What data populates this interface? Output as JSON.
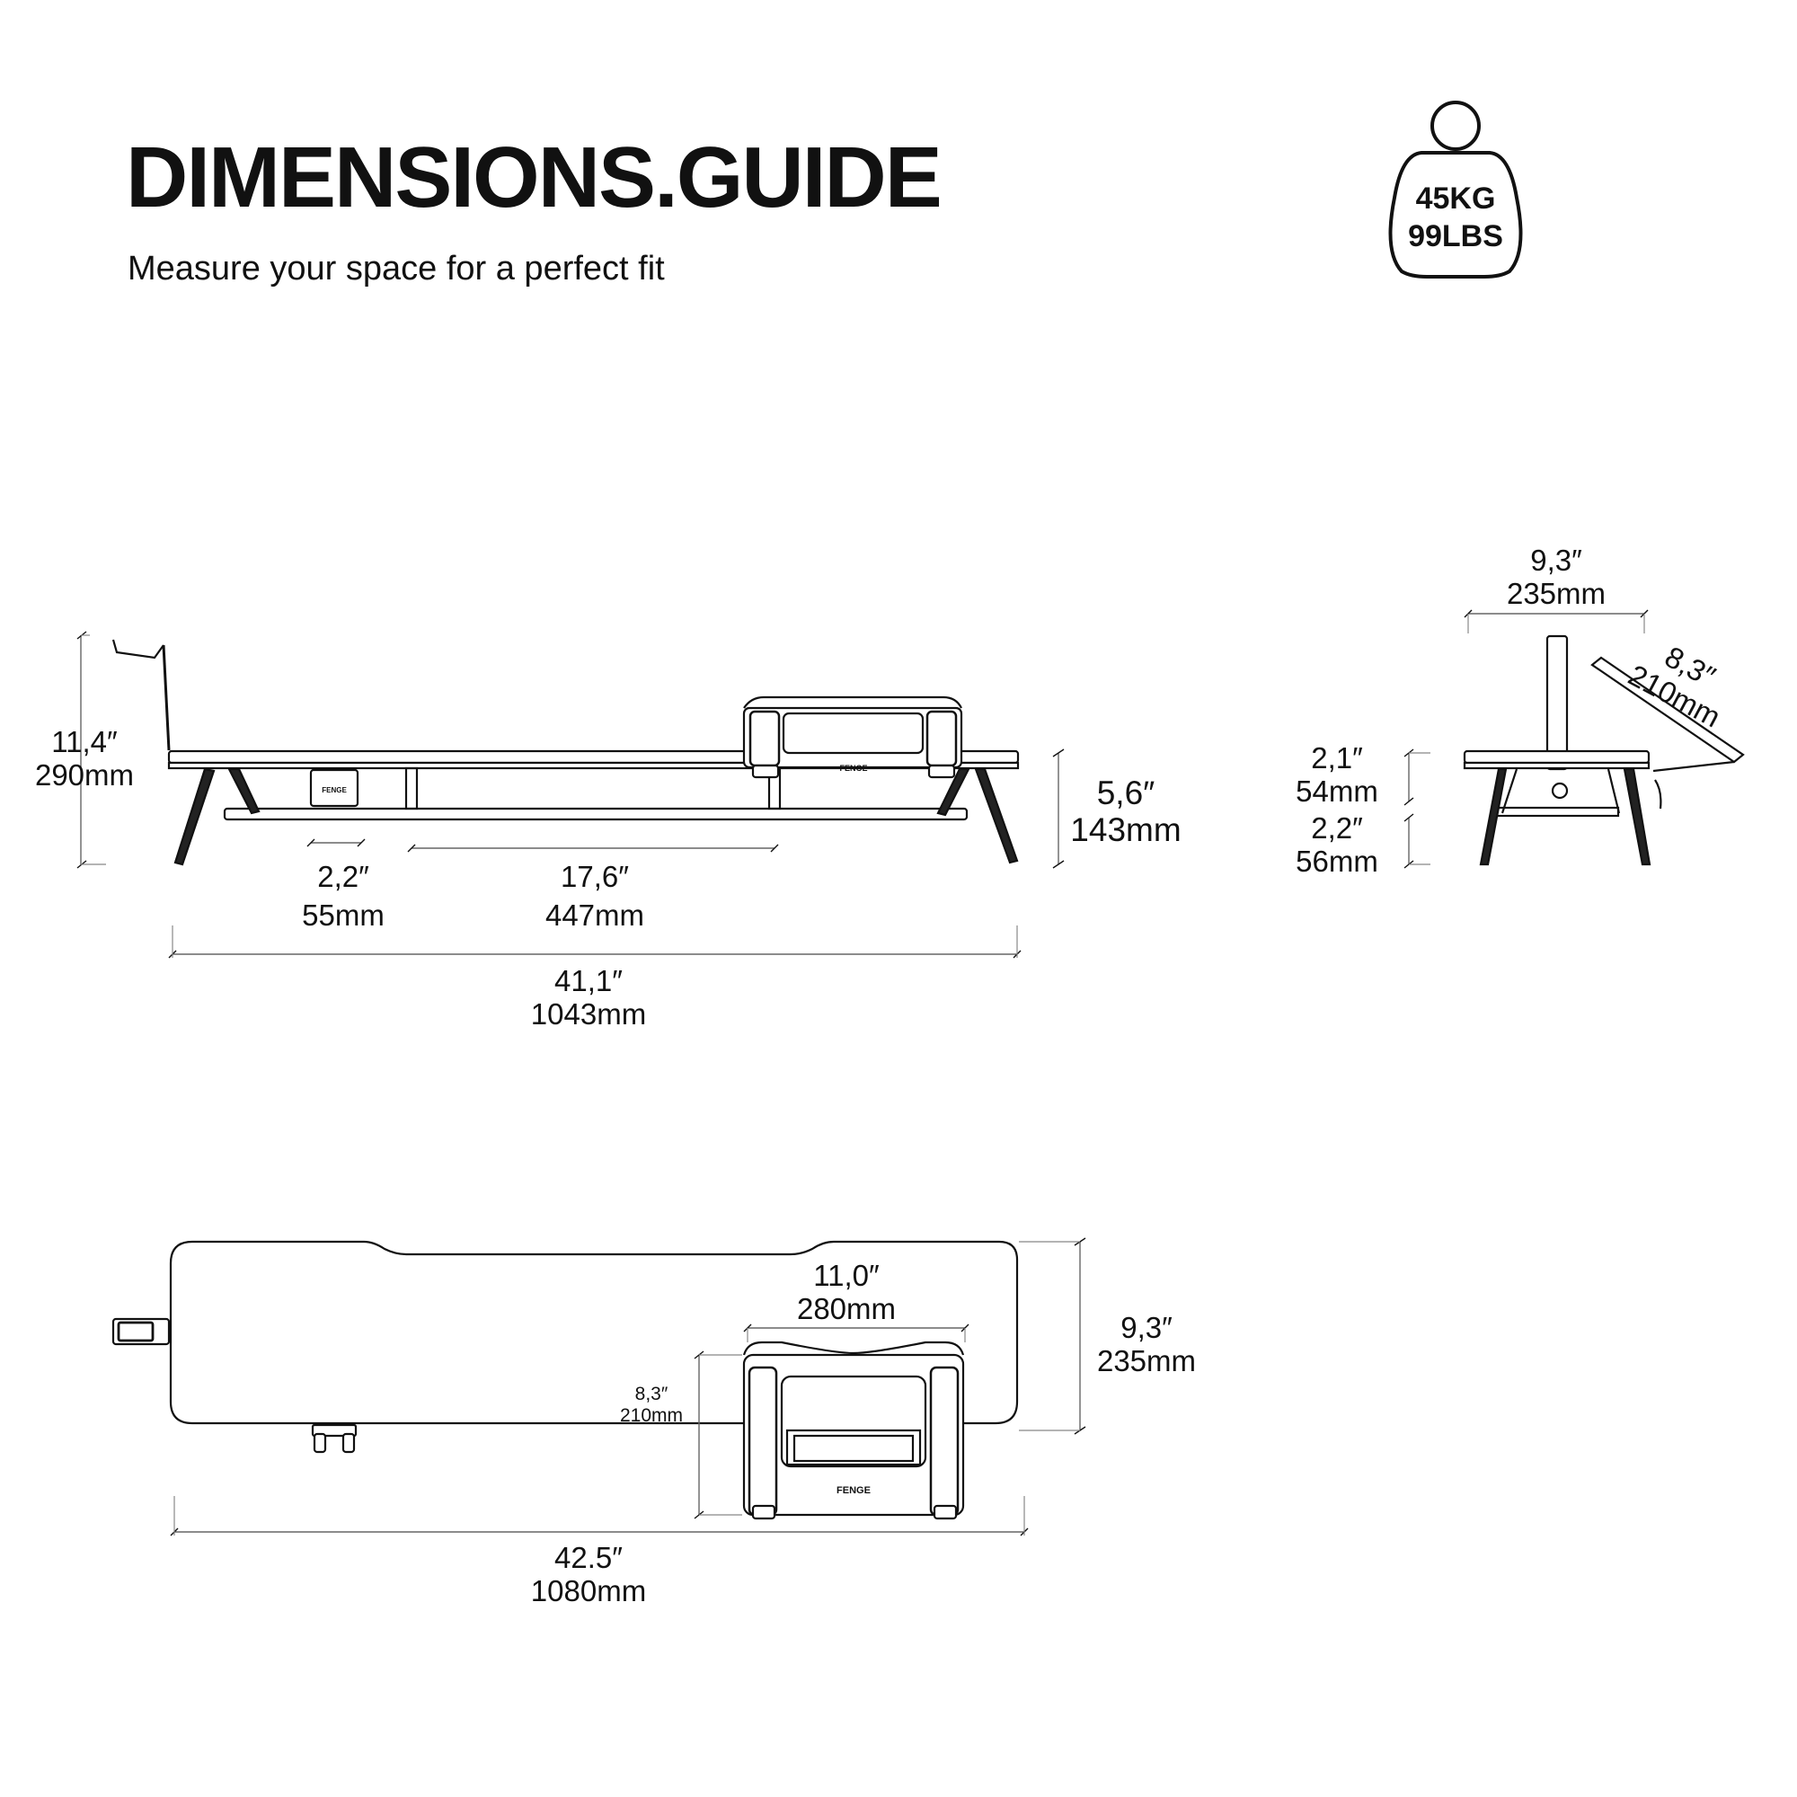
{
  "header": {
    "title": "DIMENSIONS.GUIDE",
    "subtitle": "Measure your space for a perfect fit"
  },
  "weight_badge": {
    "icon": "kettlebell-weight-icon",
    "line1": "45KG",
    "line2": "99LBS"
  },
  "brand": "FENGE",
  "front_view": {
    "height": {
      "inch": "11,4″",
      "mm": "290mm"
    },
    "shelf_height": {
      "inch": "5,6″",
      "mm": "143mm"
    },
    "hook_width": {
      "inch": "2,2″",
      "mm": "55mm"
    },
    "gap_width": {
      "inch": "17,6″",
      "mm": "447mm"
    },
    "total_width": {
      "inch": "41,1″",
      "mm": "1043mm"
    }
  },
  "side_view": {
    "depth": {
      "inch": "9,3″",
      "mm": "235mm"
    },
    "tray_length": {
      "inch": "8,3″",
      "mm": "210mm"
    },
    "upper_height": {
      "inch": "2,1″",
      "mm": "54mm"
    },
    "lower_height": {
      "inch": "2,2″",
      "mm": "56mm"
    }
  },
  "top_view": {
    "stand_width": {
      "inch": "11,0″",
      "mm": "280mm"
    },
    "stand_depth": {
      "inch": "8,3″",
      "mm": "210mm"
    },
    "depth": {
      "inch": "9,3″",
      "mm": "235mm"
    },
    "total_width": {
      "inch": "42.5″",
      "mm": "1080mm"
    }
  },
  "colors": {
    "line": "#111111",
    "background": "#ffffff"
  }
}
